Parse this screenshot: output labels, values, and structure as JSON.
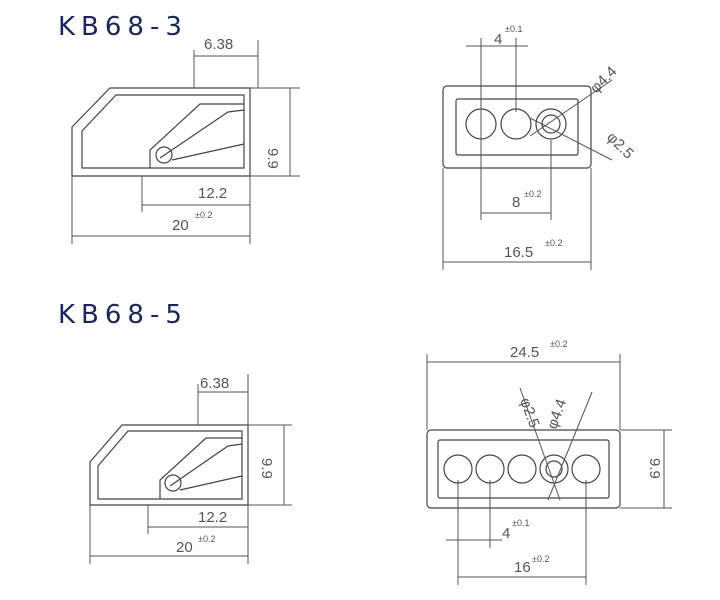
{
  "kb68_3": {
    "title": "KB68-3",
    "side": {
      "top": "6.38",
      "height": "9.9",
      "inner": "12.2",
      "length": "20",
      "length_tol": "±0.2"
    },
    "front": {
      "pitch": "4",
      "pitch_tol": "±0.1",
      "outer_dia": "φ4.4",
      "inner_dia": "φ2.5",
      "span": "8",
      "span_tol": "±0.2",
      "width": "16.5",
      "width_tol": "±0.2",
      "holes": 3
    }
  },
  "kb68_5": {
    "title": "KB68-5",
    "side": {
      "top": "6.38",
      "height": "9.9",
      "inner": "12.2",
      "length": "20",
      "length_tol": "±0.2"
    },
    "front": {
      "width": "24.5",
      "width_tol": "±0.2",
      "inner_dia": "φ2.5",
      "outer_dia": "φ4.4",
      "height": "9.9",
      "pitch": "4",
      "pitch_tol": "±0.1",
      "span": "16",
      "span_tol": "±0.2",
      "holes": 5
    }
  },
  "colors": {
    "title": "#1c2555",
    "lines": "#555555"
  }
}
